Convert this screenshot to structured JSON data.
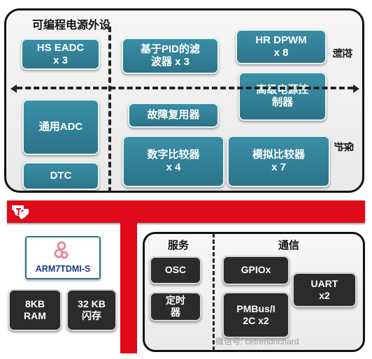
{
  "top_panel": {
    "title": "可编程电源外设",
    "boxes": {
      "hs_eadc": "HS EADC\nx 3",
      "pid_filter": "基于PID的滤\n波器 x 3",
      "hr_dpwm": "HR DPWM\nx 8",
      "hi_power_ctrl": "高级电源控\n制器",
      "adc": "通用ADC",
      "dtc": "DTC",
      "fault_mux": "故障复用器",
      "digital_comp": "数字比较器\nx 4",
      "analog_comp": "模拟比较器\nx 7"
    },
    "side_labels": {
      "control": "控制",
      "protection": "保护"
    }
  },
  "core": {
    "arm_label": "ARM7TDMI-S",
    "ram": "8KB\nRAM",
    "flash": "32 KB\n闪存"
  },
  "peripherals": {
    "services_label": "服务",
    "comm_label": "通信",
    "osc": "OSC",
    "timer": "定时\n器",
    "gpio": "GPIOx",
    "pmbus": "PMBus/I\n2C x2",
    "uart": "UART\nx2"
  },
  "watermark": "微信号: cetrendrichard",
  "colors": {
    "teal": "#2f7d93",
    "red": "#e00a1a",
    "dark": "#2b2b2b"
  }
}
